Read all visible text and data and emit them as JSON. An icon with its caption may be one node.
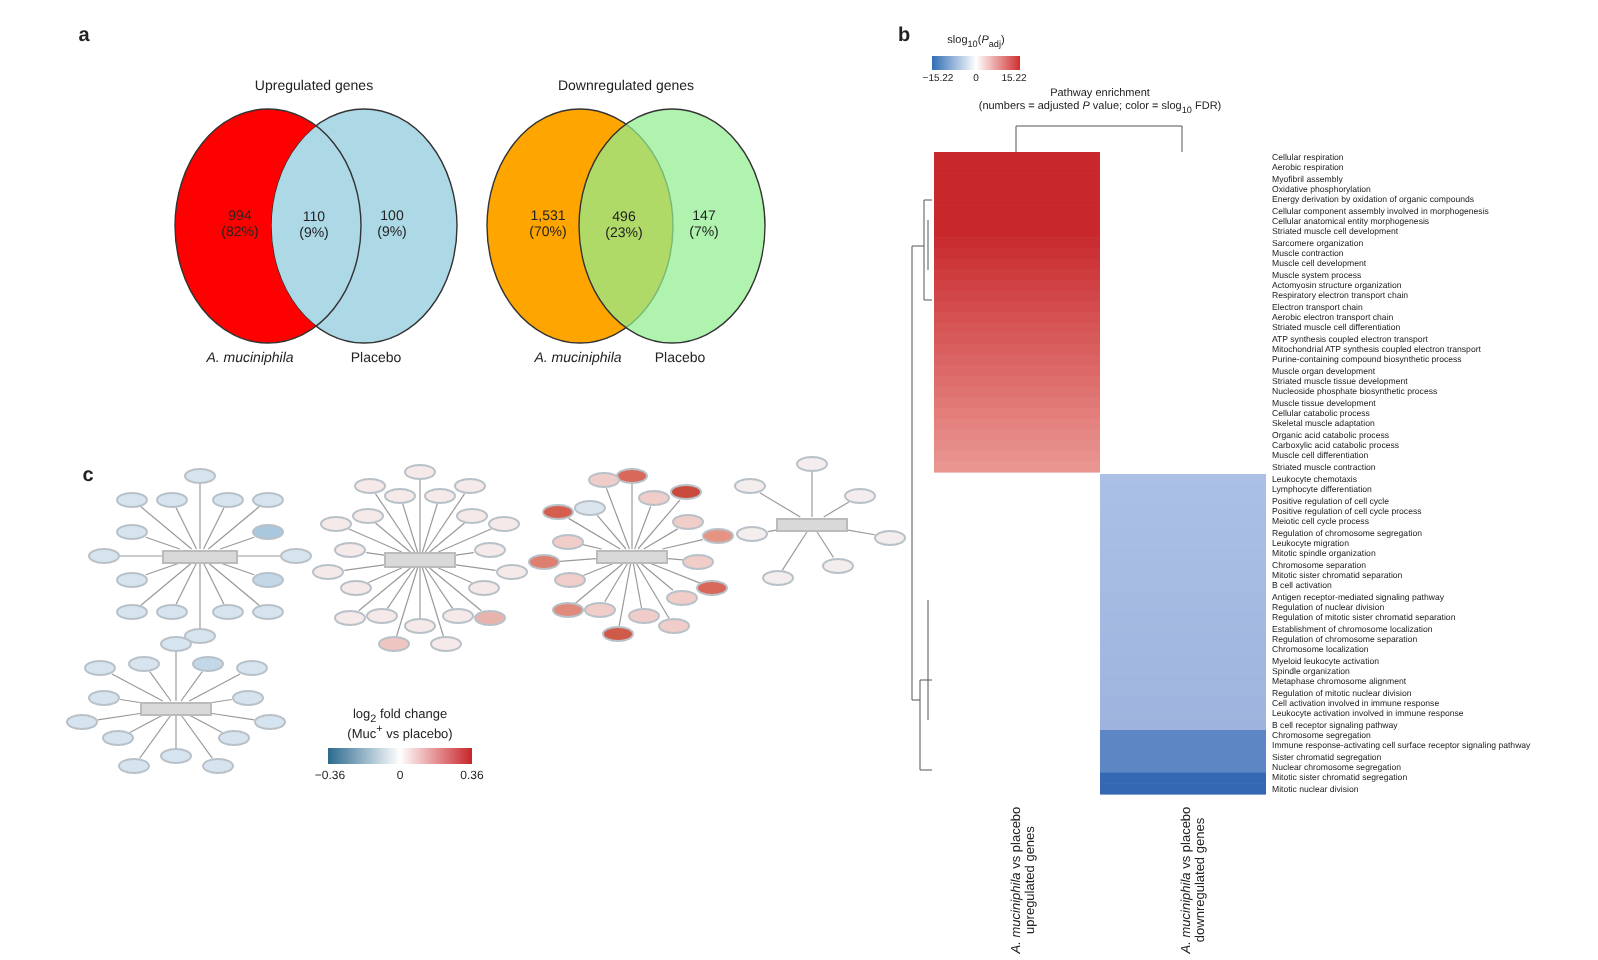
{
  "diagram": {
    "nodes": [
      {
        "text": [
          "994 (82%)"
        ],
        "beside": [
          "A. muciniphila"
        ]
      },
      {
        "text": [
          "100 (9%)"
        ],
        "beside": [
          "Placebo"
        ]
      },
      {
        "text": [
          "1,531 (70%)"
        ],
        "beside": [
          "A. muciniphila"
        ]
      },
      {
        "text": [
          "147 (7%)"
        ],
        "beside": [
          "Placebo"
        ]
      },
      {
        "text": [],
        "shape": "box"
      },
      {
        "text": [],
        "shape": "ellipse"
      },
      {
        "text": [],
        "shape": "ellipse"
      },
      {
        "text": [],
        "shape": "ellipse"
      },
      {
        "text": [],
        "shape": "ellipse"
      },
      {
        "text": [],
        "shape": "ellipse"
      },
      {
        "text": [],
        "shape": "ellipse"
      },
      {
        "text": [],
        "shape": "ellipse"
      },
      {
        "text": [],
        "shape": "ellipse"
      },
      {
        "text": [],
        "shape": "ellipse"
      },
      {
        "text": [],
        "shape": "ellipse"
      },
      {
        "text": [],
        "shape": "ellipse"
      },
      {
        "text": [],
        "shape": "ellipse"
      },
      {
        "text": [],
        "shape": "ellipse"
      },
      {
        "text": [],
        "shape": "ellipse"
      },
      {
        "text": [],
        "shape": "ellipse"
      },
      {
        "text": [],
        "shape": "ellipse"
      },
      {
        "text": [],
        "shape": "box"
      },
      {
        "text": [],
        "shape": "ellipse"
      },
      {
        "text": [],
        "shape": "ellipse"
      },
      {
        "text": [],
        "shape": "ellipse"
      },
      {
        "text": [],
        "shape": "ellipse"
      },
      {
        "text": [],
        "shape": "ellipse"
      },
      {
        "text": [],
        "shape": "ellipse"
      },
      {
        "text": [],
        "shape": "ellipse"
      },
      {
        "text": [],
        "shape": "ellipse"
      },
      {
        "text": [],
        "shape": "ellipse"
      },
      {
        "text": [],
        "shape": "ellipse"
      },
      {
        "text": [],
        "shape": "ellipse"
      },
      {
        "text": [],
        "shape": "ellipse"
      },
      {
        "text": [],
        "shape": "ellipse"
      },
      {
        "text": [],
        "shape": "ellipse"
      },
      {
        "text": [],
        "shape": "box"
      },
      {
        "text": [],
        "shape": "ellipse"
      },
      {
        "text": [],
        "shape": "ellipse"
      },
      {
        "text": [],
        "shape": "ellipse"
      },
      {
        "text": [],
        "shape": "ellipse"
      },
      {
        "text": [],
        "shape": "ellipse"
      },
      {
        "text": [],
        "shape": "ellipse"
      },
      {
        "text": [],
        "shape": "ellipse"
      },
      {
        "text": [],
        "shape": "ellipse"
      },
      {
        "text": [],
        "shape": "ellipse"
      },
      {
        "text": [],
        "shape": "ellipse"
      },
      {
        "text": [],
        "shape": "ellipse"
      },
      {
        "text": [],
        "shape": "ellipse"
      },
      {
        "text": [],
        "shape": "ellipse"
      },
      {
        "text": [],
        "shape": "ellipse"
      },
      {
        "text": [],
        "shape": "ellipse"
      },
      {
        "text": [],
        "shape": "ellipse"
      },
      {
        "text": [],
        "shape": "ellipse"
      },
      {
        "text": [],
        "shape": "ellipse"
      },
      {
        "text": [],
        "shape": "ellipse"
      },
      {
        "text": [],
        "shape": "ellipse"
      },
      {
        "text": [],
        "shape": "ellipse"
      },
      {
        "text": [],
        "shape": "ellipse"
      },
      {
        "text": [],
        "shape": "box"
      },
      {
        "text": [],
        "shape": "ellipse"
      },
      {
        "text": [],
        "shape": "ellipse"
      },
      {
        "text": [],
        "shape": "ellipse"
      },
      {
        "text": [],
        "shape": "ellipse"
      },
      {
        "text": [],
        "shape": "ellipse"
      },
      {
        "text": [],
        "shape": "ellipse"
      },
      {
        "text": [],
        "shape": "ellipse"
      },
      {
        "text": [],
        "shape": "ellipse"
      },
      {
        "text": [],
        "shape": "ellipse"
      },
      {
        "text": [],
        "shape": "ellipse"
      },
      {
        "text": [],
        "shape": "ellipse"
      },
      {
        "text": [],
        "shape": "ellipse"
      },
      {
        "text": [],
        "shape": "ellipse"
      },
      {
        "text": [],
        "shape": "ellipse"
      },
      {
        "text": [],
        "shape": "ellipse"
      },
      {
        "text": [],
        "shape": "ellipse"
      },
      {
        "text": [],
        "shape": "ellipse"
      },
      {
        "text": [],
        "shape": "ellipse"
      },
      {
        "text": [],
        "shape": "ellipse"
      },
      {
        "text": [],
        "shape": "box"
      },
      {
        "text": [],
        "shape": "ellipse"
      },
      {
        "text": [],
        "shape": "ellipse"
      },
      {
        "text": [],
        "shape": "ellipse"
      },
      {
        "text": [],
        "shape": "ellipse"
      },
      {
        "text": [],
        "shape": "ellipse"
      },
      {
        "text": [],
        "shape": "ellipse"
      },
      {
        "text": [],
        "shape": "ellipse"
      }
    ],
    "edges": [
      {
        "from": 4,
        "to": 5,
        "arrow": "none"
      },
      {
        "from": 4,
        "to": 6,
        "arrow": "none"
      },
      {
        "from": 4,
        "to": 7,
        "arrow": "none"
      },
      {
        "from": 4,
        "to": 8,
        "arrow": "none"
      },
      {
        "from": 4,
        "to": 9,
        "arrow": "none"
      },
      {
        "from": 4,
        "to": 10,
        "arrow": "none"
      },
      {
        "from": 4,
        "to": 11,
        "arrow": "none"
      },
      {
        "from": 4,
        "to": 12,
        "arrow": "none"
      },
      {
        "from": 4,
        "to": 13,
        "arrow": "none"
      },
      {
        "from": 4,
        "to": 14,
        "arrow": "none"
      },
      {
        "from": 4,
        "to": 15,
        "arrow": "none"
      },
      {
        "from": 4,
        "to": 16,
        "arrow": "none"
      },
      {
        "from": 4,
        "to": 17,
        "arrow": "none"
      },
      {
        "from": 4,
        "to": 18,
        "arrow": "none"
      },
      {
        "from": 4,
        "to": 19,
        "arrow": "none"
      },
      {
        "from": 4,
        "to": 20,
        "arrow": "none"
      },
      {
        "from": 21,
        "to": 22,
        "arrow": "none"
      },
      {
        "from": 21,
        "to": 23,
        "arrow": "none"
      },
      {
        "from": 21,
        "to": 24,
        "arrow": "none"
      },
      {
        "from": 21,
        "to": 25,
        "arrow": "none"
      },
      {
        "from": 21,
        "to": 26,
        "arrow": "none"
      },
      {
        "from": 21,
        "to": 27,
        "arrow": "none"
      },
      {
        "from": 21,
        "to": 28,
        "arrow": "none"
      },
      {
        "from": 21,
        "to": 29,
        "arrow": "none"
      },
      {
        "from": 21,
        "to": 30,
        "arrow": "none"
      },
      {
        "from": 21,
        "to": 31,
        "arrow": "none"
      },
      {
        "from": 21,
        "to": 32,
        "arrow": "none"
      },
      {
        "from": 21,
        "to": 33,
        "arrow": "none"
      },
      {
        "from": 21,
        "to": 34,
        "arrow": "none"
      },
      {
        "from": 21,
        "to": 35,
        "arrow": "none"
      },
      {
        "from": 36,
        "to": 37,
        "arrow": "none"
      },
      {
        "from": 36,
        "to": 38,
        "arrow": "none"
      },
      {
        "from": 36,
        "to": 39,
        "arrow": "none"
      },
      {
        "from": 36,
        "to": 40,
        "arrow": "none"
      },
      {
        "from": 36,
        "to": 41,
        "arrow": "none"
      },
      {
        "from": 36,
        "to": 42,
        "arrow": "none"
      },
      {
        "from": 36,
        "to": 43,
        "arrow": "none"
      },
      {
        "from": 36,
        "to": 44,
        "arrow": "none"
      },
      {
        "from": 36,
        "to": 45,
        "arrow": "none"
      },
      {
        "from": 36,
        "to": 46,
        "arrow": "none"
      },
      {
        "from": 36,
        "to": 47,
        "arrow": "none"
      },
      {
        "from": 36,
        "to": 48,
        "arrow": "none"
      },
      {
        "from": 36,
        "to": 49,
        "arrow": "none"
      },
      {
        "from": 36,
        "to": 50,
        "arrow": "none"
      },
      {
        "from": 36,
        "to": 51,
        "arrow": "none"
      },
      {
        "from": 36,
        "to": 52,
        "arrow": "none"
      },
      {
        "from": 36,
        "to": 53,
        "arrow": "none"
      },
      {
        "from": 36,
        "to": 54,
        "arrow": "none"
      },
      {
        "from": 36,
        "to": 55,
        "arrow": "none"
      },
      {
        "from": 36,
        "to": 56,
        "arrow": "none"
      },
      {
        "from": 36,
        "to": 57,
        "arrow": "none"
      },
      {
        "from": 36,
        "to": 58,
        "arrow": "none"
      },
      {
        "from": 59,
        "to": 60,
        "arrow": "none"
      },
      {
        "from": 59,
        "to": 61,
        "arrow": "none"
      },
      {
        "from": 59,
        "to": 62,
        "arrow": "none"
      },
      {
        "from": 59,
        "to": 63,
        "arrow": "none"
      },
      {
        "from": 59,
        "to": 64,
        "arrow": "none"
      },
      {
        "from": 59,
        "to": 65,
        "arrow": "none"
      },
      {
        "from": 59,
        "to": 66,
        "arrow": "none"
      },
      {
        "from": 59,
        "to": 67,
        "arrow": "none"
      },
      {
        "from": 59,
        "to": 68,
        "arrow": "none"
      },
      {
        "from": 59,
        "to": 69,
        "arrow": "none"
      },
      {
        "from": 59,
        "to": 70,
        "arrow": "none"
      },
      {
        "from": 59,
        "to": 71,
        "arrow": "none"
      },
      {
        "from": 59,
        "to": 72,
        "arrow": "none"
      },
      {
        "from": 59,
        "to": 73,
        "arrow": "none"
      },
      {
        "from": 59,
        "to": 74,
        "arrow": "none"
      },
      {
        "from": 59,
        "to": 75,
        "arrow": "none"
      },
      {
        "from": 59,
        "to": 76,
        "arrow": "none"
      },
      {
        "from": 59,
        "to": 77,
        "arrow": "none"
      },
      {
        "from": 59,
        "to": 78,
        "arrow": "none"
      },
      {
        "from": 79,
        "to": 80,
        "arrow": "none"
      },
      {
        "from": 79,
        "to": 81,
        "arrow": "none"
      },
      {
        "from": 79,
        "to": 82,
        "arrow": "none"
      },
      {
        "from": 79,
        "to": 83,
        "arrow": "none"
      },
      {
        "from": 79,
        "to": 84,
        "arrow": "none"
      },
      {
        "from": 79,
        "to": 85,
        "arrow": "none"
      },
      {
        "from": 79,
        "to": 86,
        "arrow": "none"
      }
    ],
    "labels": [
      "a",
      "Upregulated genes",
      "110 (9%)",
      "Downregulated genes",
      "496 (23%)",
      "b",
      "slog$_{10}$(*P*$_{adj}$)",
      "−15.22",
      "0",
      "15.22",
      "Pathway enrichment",
      "(numbers = adjusted *P* value; color = slog$_{10}$ FDR)",
      "Cellular respiration",
      "Aerobic respiration",
      "Myofibril assembly",
      "Oxidative phosphorylation",
      "Energy derivation by oxidation of organic compounds",
      "Cellular component assembly involved in morphogenesis",
      "Cellular anatomical entity morphogenesis",
      "Striated muscle cell development",
      "Sarcomere organization",
      "Muscle contraction",
      "Muscle cell development",
      "Muscle system process",
      "Actomyosin structure organization",
      "Respiratory electron transport chain",
      "Electron transport chain",
      "Aerobic electron transport chain",
      "Striated muscle cell differentiation",
      "ATP synthesis coupled electron transport",
      "Mitochondrial ATP synthesis coupled electron transport",
      "Purine-containing compound biosynthetic process",
      "Muscle organ development",
      "Striated muscle tissue development",
      "Nucleoside phosphate biosynthetic process",
      "Muscle tissue development",
      "Cellular catabolic process",
      "Skeletal muscle adaptation",
      "Organic acid catabolic process",
      "Carboxylic acid catabolic process",
      "Muscle cell differentiation",
      "Striated muscle contraction",
      "Leukocyte chemotaxis",
      "Lymphocyte differentiation",
      "Positive regulation of cell cycle",
      "Positive regulation of cell cycle process",
      "Meiotic cell cycle process",
      "Regulation of chromosome segregation",
      "Leukocyte migration",
      "Mitotic spindle organization",
      "Chromosome separation",
      "Mitotic sister chromatid separation",
      "B cell activation",
      "Antigen receptor-mediated signaling pathway",
      "Regulation of nuclear division",
      "Regulation of mitotic sister chromatid separation",
      "Establishment of chromosome localization",
      "Regulation of chromosome separation",
      "Chromosome localization",
      "Myeloid leukocyte activation",
      "Spindle organization",
      "Metaphase chromosome alignment",
      "Regulation of mitotic nuclear division",
      "Cell activation involved in immune response",
      "Leukocyte activation involved in immune response",
      "B cell receptor signaling pathway",
      "Chromosome segregation",
      "Immune response-activating cell surface receptor signaling pathway",
      "Sister chromatid segregation",
      "Nuclear chromosome segregation",
      "Mitotic sister chromatid segregation",
      "Mitotic nuclear division",
      "*A. muciniphila* vs placebo upregulated genes",
      "*A. muciniphila* vs placebo downregulated genes",
      "c",
      "log$_{2}$ fold change",
      "(Muc$^{+}$ vs placebo)",
      "−0.36",
      "0",
      "0.36"
    ]
  }
}
